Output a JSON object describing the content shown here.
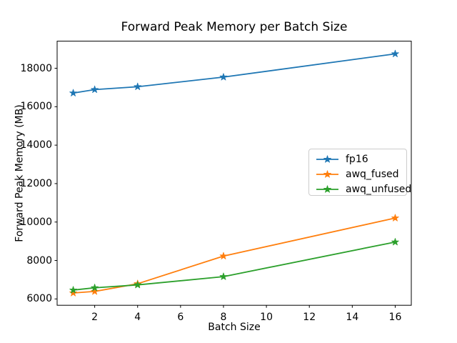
{
  "chart_data": {
    "type": "line",
    "title": "Forward Peak Memory per Batch Size",
    "xlabel": "Batch Size",
    "ylabel": "Forward Peak Memory (MB)",
    "x": [
      1,
      2,
      4,
      8,
      16
    ],
    "series": [
      {
        "name": "fp16",
        "color": "#1f77b4",
        "values": [
          16710,
          16890,
          17040,
          17540,
          18750
        ]
      },
      {
        "name": "awq_fused",
        "color": "#ff7f0e",
        "values": [
          6310,
          6390,
          6790,
          8230,
          10210
        ]
      },
      {
        "name": "awq_unfused",
        "color": "#2ca02c",
        "values": [
          6460,
          6580,
          6730,
          7160,
          8960
        ]
      }
    ],
    "marker": "star",
    "xticks": [
      2,
      4,
      6,
      8,
      10,
      12,
      14,
      16
    ],
    "yticks": [
      6000,
      8000,
      10000,
      12000,
      14000,
      16000,
      18000
    ],
    "xlim": [
      0.25,
      16.75
    ],
    "ylim": [
      5670,
      19410
    ],
    "grid": false,
    "legend_position": "center-right",
    "spine_color": "#000000",
    "background_color": "#ffffff"
  }
}
